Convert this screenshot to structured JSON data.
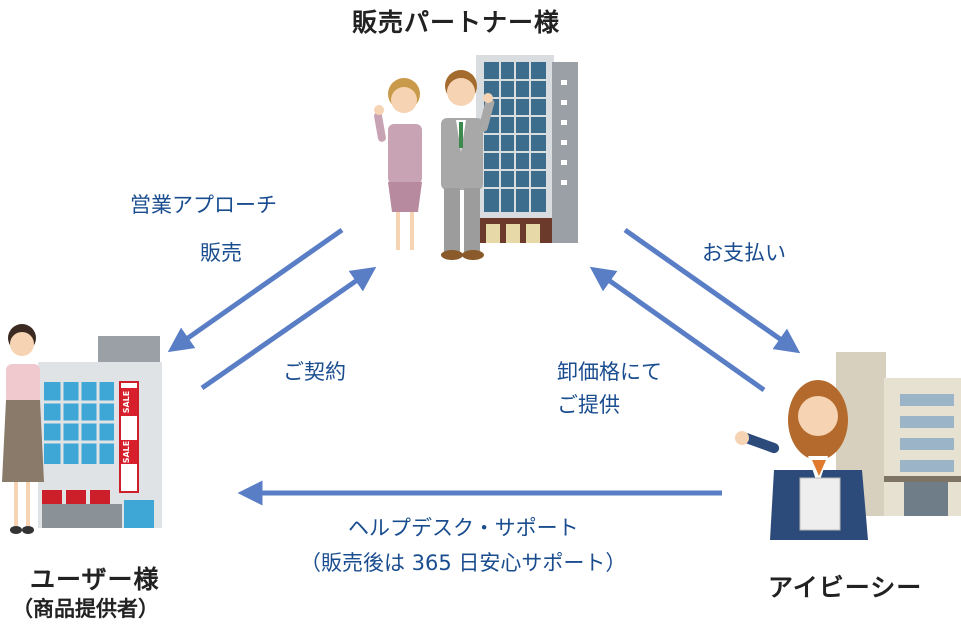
{
  "nodes": {
    "partner": {
      "title": "販売パートナー様"
    },
    "user": {
      "title": "ユーザー様",
      "subtitle": "（商品提供者）"
    },
    "ibc": {
      "title": "アイビーシー"
    }
  },
  "edges": {
    "sales_approach": {
      "line1": "営業アプローチ",
      "line2": "販売"
    },
    "contract": {
      "line1": "ご契約"
    },
    "payment": {
      "line1": "お支払い"
    },
    "wholesale": {
      "line1": "卸価格にて",
      "line2": "ご提供"
    },
    "helpdesk": {
      "line1": "ヘルプデスク・サポート",
      "line2": "（販売後は 365 日安心サポート）"
    }
  },
  "store_sign": {
    "text": "SALE"
  },
  "colors": {
    "arrow": "#5a7ec5",
    "label": "#1a4d8f",
    "title": "#222222"
  }
}
